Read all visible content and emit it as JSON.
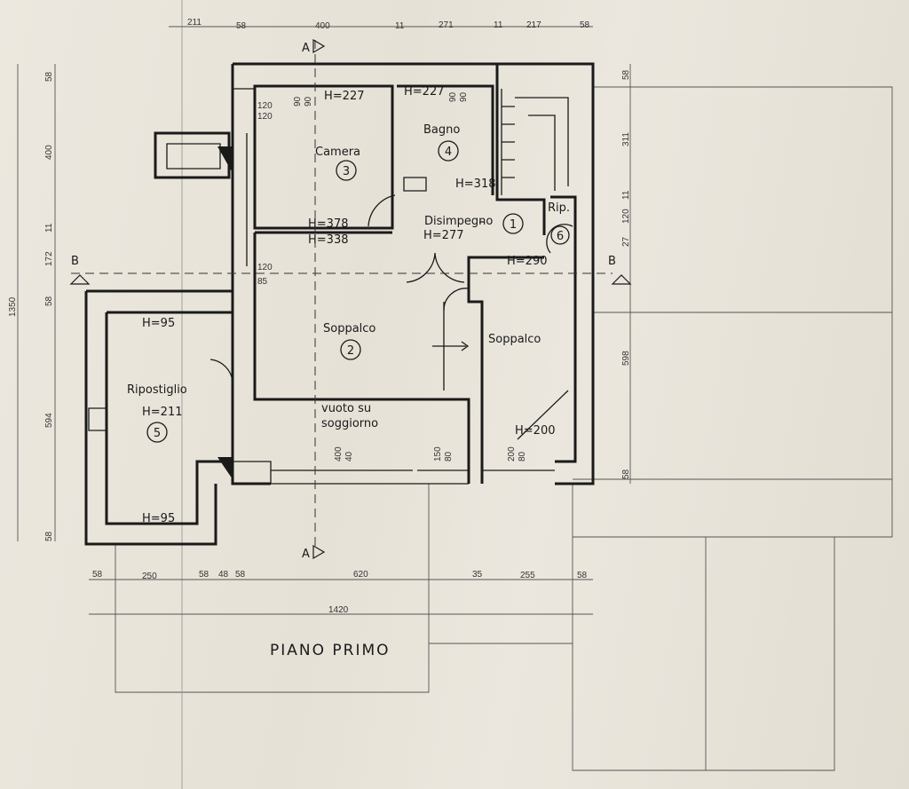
{
  "title": "PIANO PRIMO",
  "section_markers": {
    "a": "A",
    "b": "B"
  },
  "rooms": [
    {
      "name": "Camera",
      "number": "3",
      "height": "H=227"
    },
    {
      "name": "Bagno",
      "number": "4",
      "height": "H=227",
      "height2": "H=318"
    },
    {
      "name": "Disimpegno",
      "number": "1",
      "height": "H=277"
    },
    {
      "name": "Rip.",
      "number": "6",
      "height": "H=290"
    },
    {
      "name": "Soppalco",
      "number": "2",
      "height": "H=378",
      "height2": "H=338"
    },
    {
      "name": "Soppalco",
      "height": "H=200"
    },
    {
      "name": "Ripostiglio",
      "number": "5",
      "height": "H=211",
      "height_top": "H=95",
      "height_bottom": "H=95"
    },
    {
      "name_line1": "vuoto su",
      "name_line2": "soggiorno"
    }
  ],
  "window_labels": {
    "w1_a": "90",
    "w1_b": "90",
    "w2_a": "90",
    "w2_b": "90",
    "w3_a": "120",
    "w3_b": "120",
    "w4_a": "120",
    "w4_b": "85",
    "w5_a": "400",
    "w5_b": "40",
    "w6_a": "150",
    "w6_b": "80",
    "w7_a": "200",
    "w7_b": "80"
  },
  "dimensions": {
    "top": [
      "211",
      "58",
      "400",
      "11",
      "271",
      "11",
      "217",
      "58"
    ],
    "left": [
      "58",
      "400",
      "11",
      "172",
      "58",
      "594",
      "58"
    ],
    "left_total": "1350",
    "right": [
      "58",
      "311",
      "11",
      "120",
      "27",
      "598",
      "58"
    ],
    "bottom": [
      "58",
      "250",
      "58",
      "48",
      "58",
      "620",
      "35",
      "255",
      "58"
    ],
    "bottom_total": "1420"
  }
}
